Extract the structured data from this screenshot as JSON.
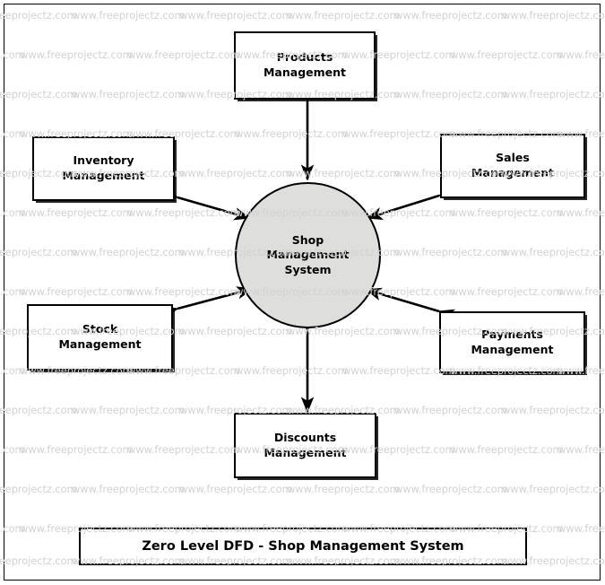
{
  "diagram": {
    "title": "Zero Level DFD - Shop Management System",
    "type": "data-flow-diagram",
    "level": "Zero Level DFD",
    "process": {
      "name": "Shop Management System",
      "label_line1": "Shop",
      "label_line2": "Management",
      "label_line3": "System",
      "shape": "circle",
      "fill_color": "#dededd",
      "stroke_color": "#000000"
    },
    "entities": [
      {
        "id": "products",
        "name": "Products Management",
        "label_line1": "Products",
        "label_line2": "Management",
        "position": "top",
        "flow": "bidirectional"
      },
      {
        "id": "inventory",
        "name": "Inventory Management",
        "label_line1": "Inventory",
        "label_line2": "Management",
        "position": "top-left",
        "flow": "bidirectional"
      },
      {
        "id": "sales",
        "name": "Sales Management",
        "label_line1": "Sales",
        "label_line2": "Management",
        "position": "top-right",
        "flow": "bidirectional"
      },
      {
        "id": "stock",
        "name": "Stock Management",
        "label_line1": "Stock",
        "label_line2": "Management",
        "position": "bottom-left",
        "flow": "bidirectional"
      },
      {
        "id": "payments",
        "name": "Payments Management",
        "label_line1": "Payments",
        "label_line2": "Management",
        "position": "bottom-right",
        "flow": "bidirectional"
      },
      {
        "id": "discounts",
        "name": "Discounts Management",
        "label_line1": "Discounts",
        "label_line2": "Management",
        "position": "bottom",
        "flow": "bidirectional"
      }
    ],
    "colors": {
      "background": "#ffffff",
      "stroke": "#000000",
      "process_fill": "#dededd",
      "watermark": "#d2d2d2"
    }
  },
  "watermark": {
    "text": "www.freeprojectz.com",
    "color": "#d2d2d2"
  }
}
